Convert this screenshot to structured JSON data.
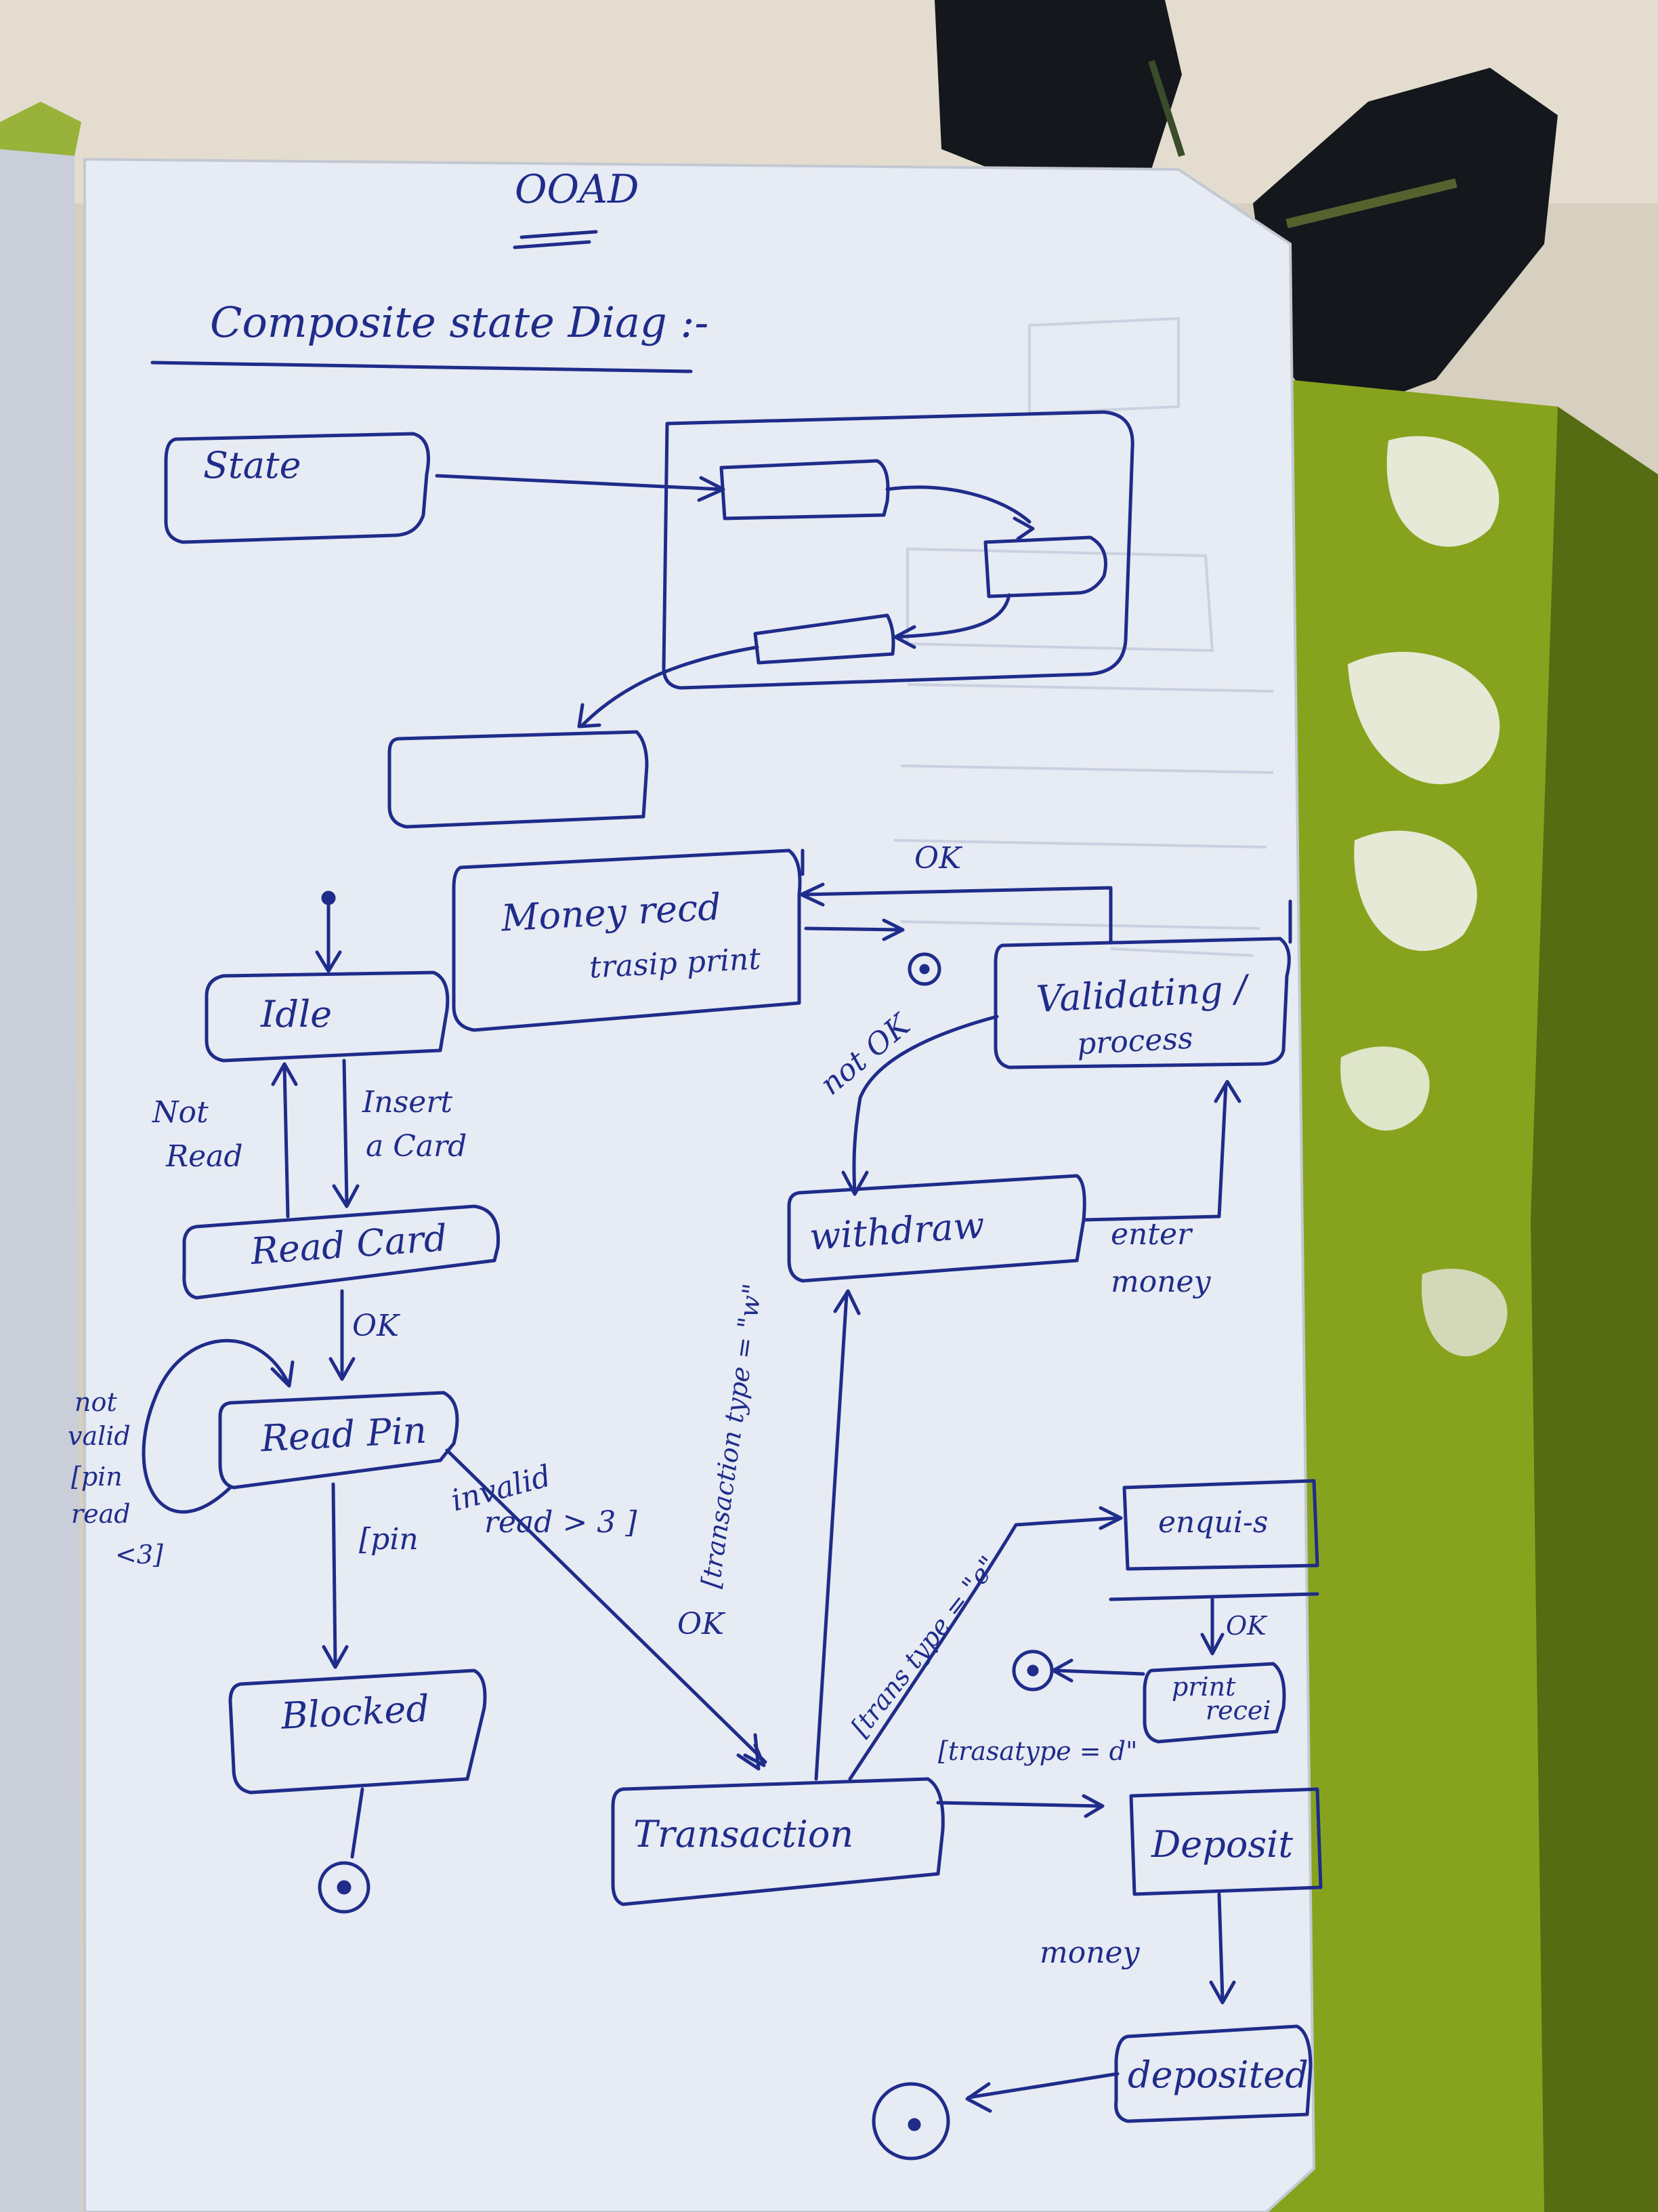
{
  "page": {
    "title": "OOAD",
    "heading": "Composite state Diag :-"
  },
  "states": {
    "state": "State",
    "money_rec": "Money recd",
    "money_rec2": "trasip print",
    "idle": "Idle",
    "read_card": "Read Card",
    "read_pin": "Read Pin",
    "blocked": "Blocked",
    "transaction": "Transaction",
    "withdraw": "withdraw",
    "validating": "Validating /",
    "validating2": "process",
    "enquiry": "enqui-s",
    "print": "print",
    "print2": "recei",
    "deposit": "Deposit",
    "deposited": "deposited"
  },
  "transitions": {
    "not_read1": "Not",
    "not_read2": "Read",
    "insert1": "Insert",
    "insert2": "a Card",
    "ok1": "OK",
    "not_valid1": "not",
    "not_valid2": "valid",
    "pin_read1": "[pin",
    "pin_read2": "read",
    "pin_read3": "<3]",
    "pin_invalid1": "[pin",
    "pin_invalid2": "invalid",
    "pin_invalid3": "read > 3 ]",
    "ok2": "OK",
    "trans_type_w": "[transaction type = \"w\"",
    "trans_type_e": "[trans type = \"e\"",
    "trans_type_d": "[trasatype = d\"",
    "ok3": "OK",
    "not_ok": "not OK",
    "enter_money1": "enter",
    "enter_money2": "money",
    "ok4": "OK",
    "money": "money"
  },
  "colors": {
    "ink": "#1f2c8a",
    "paper": "#e9edf4",
    "fabric_green": "#8aa520",
    "fabric_white": "#e6ead8",
    "floor": "#d6cfc0",
    "slipper": "#14181c"
  }
}
